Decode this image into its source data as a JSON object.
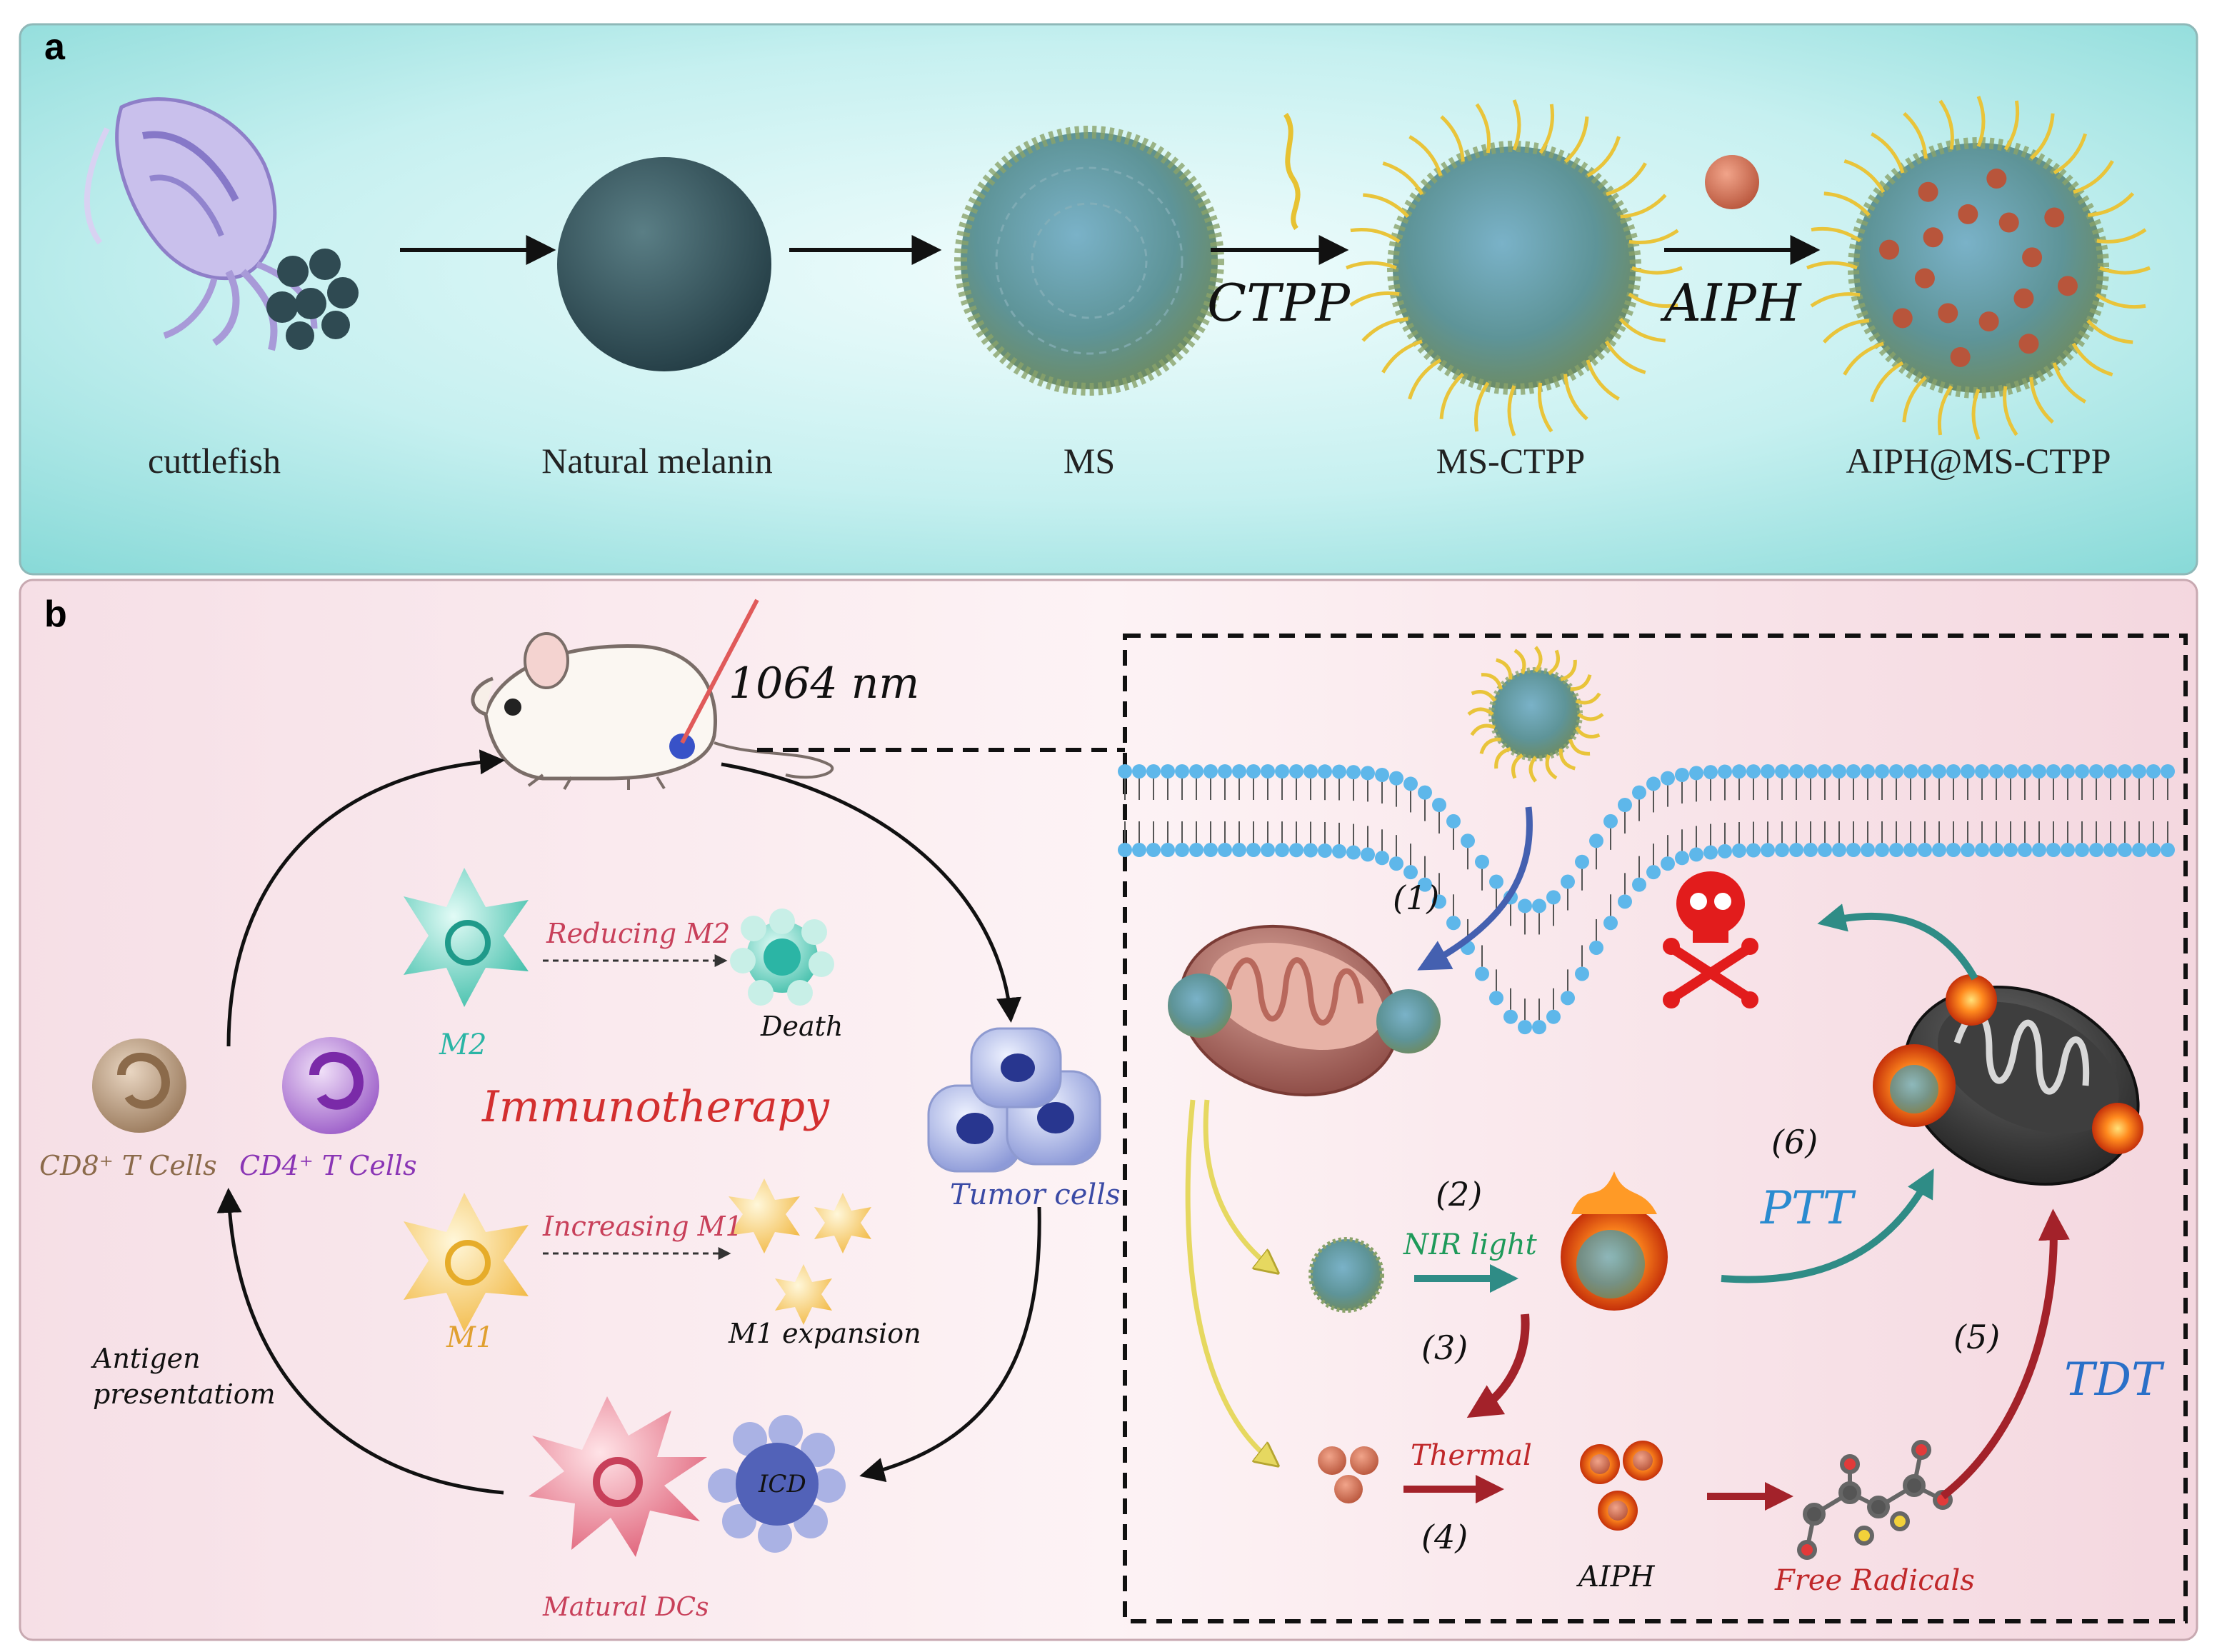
{
  "panel_a": {
    "label": "a",
    "captions": {
      "cuttlefish": "cuttlefish",
      "natural_melanin": "Natural melanin",
      "ms": "MS",
      "ms_ctpp": "MS-CTPP",
      "aiph_ms_ctpp": "AIPH@MS-CTPP"
    },
    "reagents": {
      "ctpp": "CTPP",
      "aiph": "AIPH"
    }
  },
  "panel_b": {
    "label": "b",
    "laser": "1064 nm",
    "immunotherapy": "Immunotherapy",
    "m2": "M2",
    "reducing_m2": "Reducing M2",
    "death": "Death",
    "m1": "M1",
    "increasing_m1": "Increasing M1",
    "m1_expansion": "M1 expansion",
    "cd8": "CD8⁺ T Cells",
    "cd4": "CD4⁺ T Cells",
    "tumor_cells": "Tumor cells",
    "antigen_line1": "Antigen",
    "antigen_line2": "presentatiom",
    "matural_dcs": "Matural DCs",
    "icd": "ICD",
    "steps": {
      "s1": "(1)",
      "s2": "(2)",
      "s3": "(3)",
      "s4": "(4)",
      "s5": "(5)",
      "s6": "(6)"
    },
    "nir_light": "NIR light",
    "thermal": "Thermal",
    "aiph": "AIPH",
    "free_radicals": "Free Radicals",
    "ptt": "PTT",
    "tdt": "TDT"
  },
  "colors": {
    "panel_a_bg": "#b9ecec",
    "panel_b_bg": "#f9e3e8",
    "immuno_red": "#d32f2f",
    "m2_teal": "#2bb5a5",
    "m1_gold": "#e0a030",
    "cd8_brown": "#8b6a4a",
    "cd4_purple": "#8a35b5",
    "tumor_blue": "#3a4aa5",
    "dc_pink": "#c8405a",
    "nir_green": "#1f9a5a",
    "ptt_blue": "#2a8bd0",
    "tdt_blue": "#2a70c8",
    "thermal_red": "#c0282a"
  }
}
